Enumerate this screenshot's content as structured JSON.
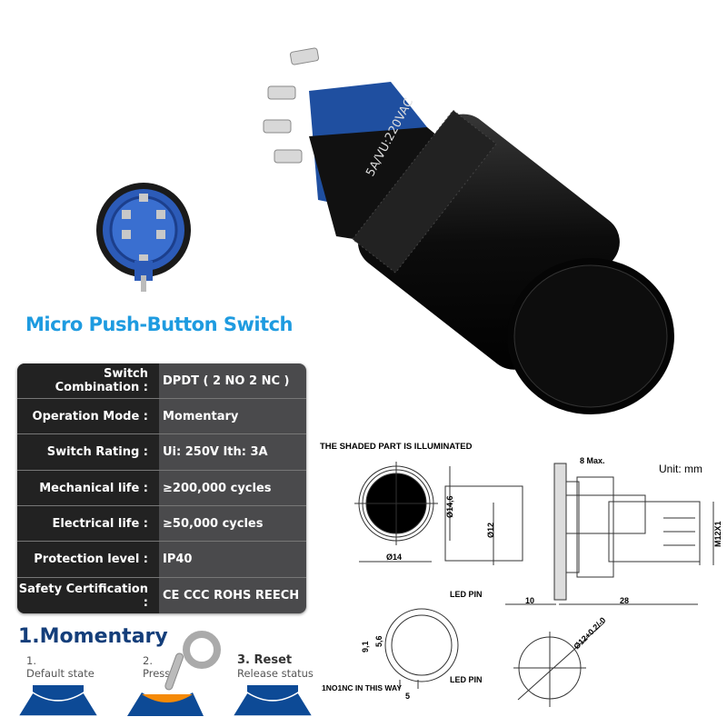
{
  "title": "Micro Push-Button Switch",
  "product_marking": "5A/VU:220VAC",
  "specs": [
    {
      "label": "Switch Combination :",
      "value": "DPDT ( 2 NO 2 NC )"
    },
    {
      "label": "Operation Mode :",
      "value": "Momentary"
    },
    {
      "label": "Switch Rating :",
      "value": "Ui: 250V  Ith: 3A"
    },
    {
      "label": "Mechanical life :",
      "value": "≥200,000 cycles"
    },
    {
      "label": "Electrical life :",
      "value": "≥50,000 cycles"
    },
    {
      "label": "Protection level :",
      "value": "IP40"
    },
    {
      "label": "Safety Certification :",
      "value": "CE  CCC ROHS REECH"
    }
  ],
  "momentary": {
    "heading": "1.Momentary",
    "steps": [
      {
        "num": "1.",
        "label": "Default state"
      },
      {
        "num": "2.",
        "label": "Press"
      },
      {
        "num": "3. Reset",
        "label": "Release status"
      }
    ]
  },
  "drawing": {
    "shaded_note": "THE SHADED PART IS ILLUMINATED",
    "unit": "Unit: mm",
    "dia_14_6": "Ø14,6",
    "dia_14": "Ø14",
    "max_8": "8 Max.",
    "dia_12": "Ø12",
    "thread": "M12X1",
    "len_10": "10",
    "len_28": "28",
    "led_pin_top": "LED PIN",
    "led_pin_bottom": "LED PIN",
    "dim_9_1": "9,1",
    "dim_5_6": "5,6",
    "dim_5": "5",
    "wiring_note": "1NO1NC IN THIS WAY",
    "cutout": "Ø12+0.2/-0"
  },
  "colors": {
    "accent": "#1e9be0",
    "navy": "#143e7a",
    "orange": "#f58a07"
  }
}
